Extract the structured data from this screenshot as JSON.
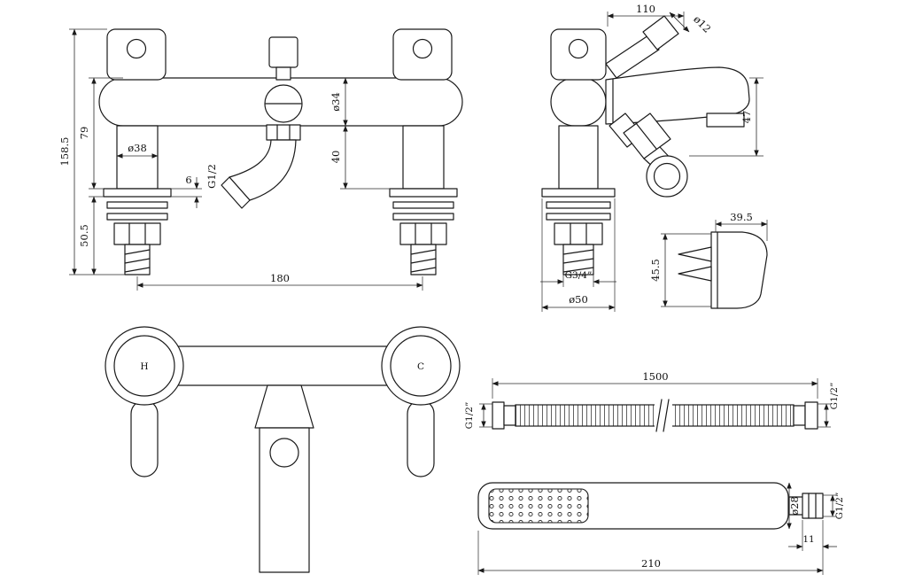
{
  "front_view": {
    "total_height": "158.5",
    "upper_height": "79",
    "lower_height": "50.5",
    "base_dia": "ø38",
    "plate_thickness": "6",
    "outlet_thread": "G1/2",
    "body_dia": "ø34",
    "body_to_deck": "40",
    "center_distance": "180"
  },
  "side_view": {
    "spout_reach": "110",
    "handle_dia": "ø12",
    "spout_height": "47",
    "inlet_thread": "G3/4”",
    "flange_dia": "ø50"
  },
  "bracket": {
    "width": "39.5",
    "height": "45.5"
  },
  "plan_view": {
    "hot": "H",
    "cold": "C"
  },
  "hose": {
    "length": "1500",
    "thread_left": "G1/2”",
    "thread_right": "G1/2”"
  },
  "handset": {
    "head_dia": "ø28",
    "fitting_length": "11",
    "total_length": "210",
    "thread": "G1/2”"
  }
}
